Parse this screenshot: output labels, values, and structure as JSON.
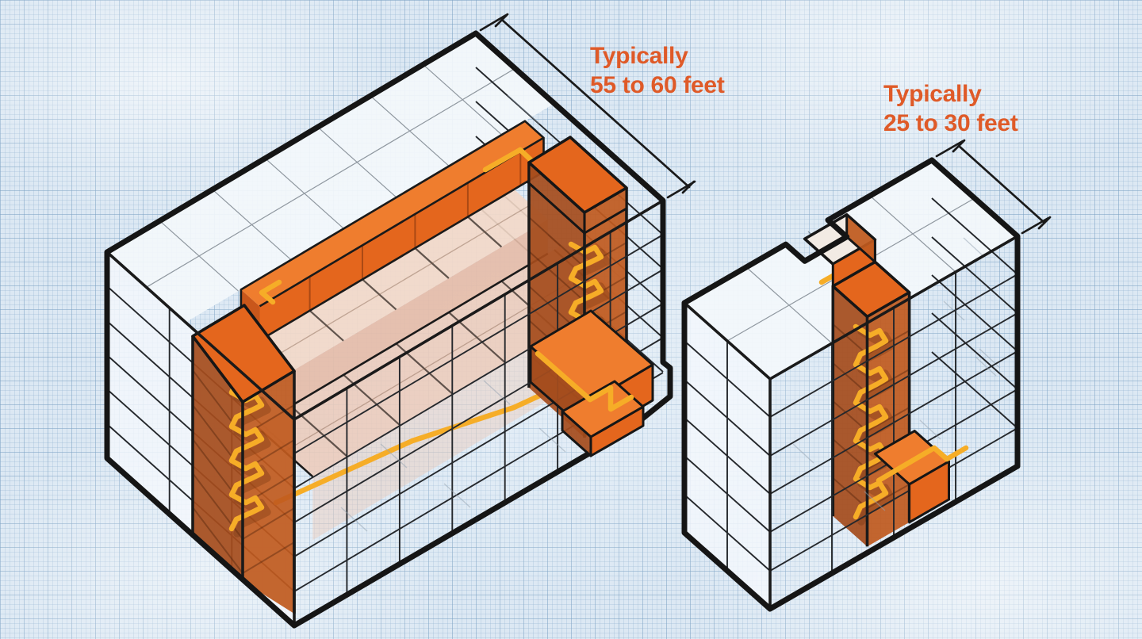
{
  "annotations": {
    "left_building": {
      "line1": "Typically",
      "line2": "55 to 60 feet"
    },
    "right_building": {
      "line1": "Typically",
      "line2": "25 to 30 feet"
    }
  },
  "colors": {
    "background": "#dce8f3",
    "outline": "#151515",
    "accent_orange": "#e4661d",
    "orange_light": "#ef7d2e",
    "orange_dark_face": "#a54c1d",
    "orange_mid_face": "#c05a1f",
    "floor_pink": "#eccab9",
    "stair_yellow": "#f6ad27",
    "label_text": "#df5a28"
  }
}
